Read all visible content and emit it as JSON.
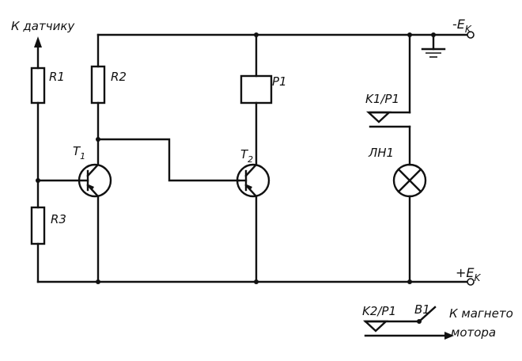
{
  "diagram": {
    "top_left_label": "К датчику",
    "resistors": [
      "R1",
      "R2",
      "R3"
    ],
    "relay": "P1",
    "contact_1": "K1/P1",
    "lamp": "ЛН1",
    "transistor_1": "T",
    "transistor_1_sub": "1",
    "transistor_2": "T",
    "transistor_2_sub": "2",
    "minus_supply": "-E",
    "minus_supply_sub": "K",
    "plus_supply": "+E",
    "plus_supply_sub": "K",
    "contact_2": "K2/P1",
    "switch": "B1",
    "to_magneto_1": "К магнето",
    "to_magneto_2": "мотора"
  },
  "colors": {
    "ink": "#111111",
    "paper": "#ffffff"
  }
}
